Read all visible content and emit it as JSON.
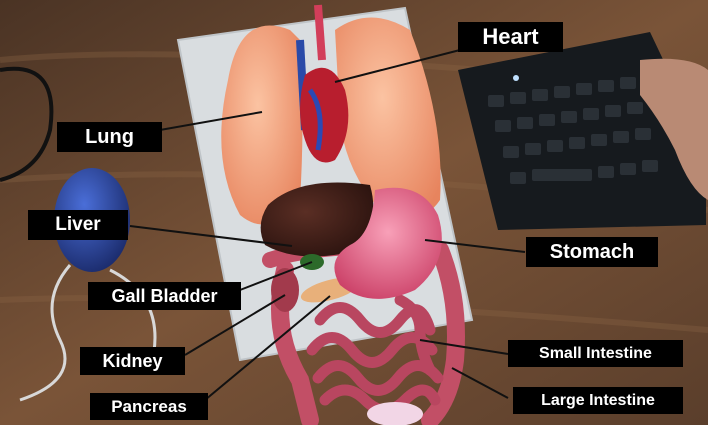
{
  "labels": {
    "heart": "Heart",
    "lung": "Lung",
    "liver": "Liver",
    "stomach": "Stomach",
    "gall_bladder": "Gall Bladder",
    "kidney": "Kidney",
    "pancreas": "Pancreas",
    "small_intestine": "Small Intestine",
    "large_intestine": "Large Intestine"
  },
  "colors": {
    "label_background": "#000000",
    "label_text": "#ffffff",
    "leader_line": "#111111",
    "lung": "#f4a07a",
    "liver": "#3a1c16",
    "stomach": "#e0587a",
    "intestine": "#c85a6e",
    "desk": "#6b4a33"
  }
}
